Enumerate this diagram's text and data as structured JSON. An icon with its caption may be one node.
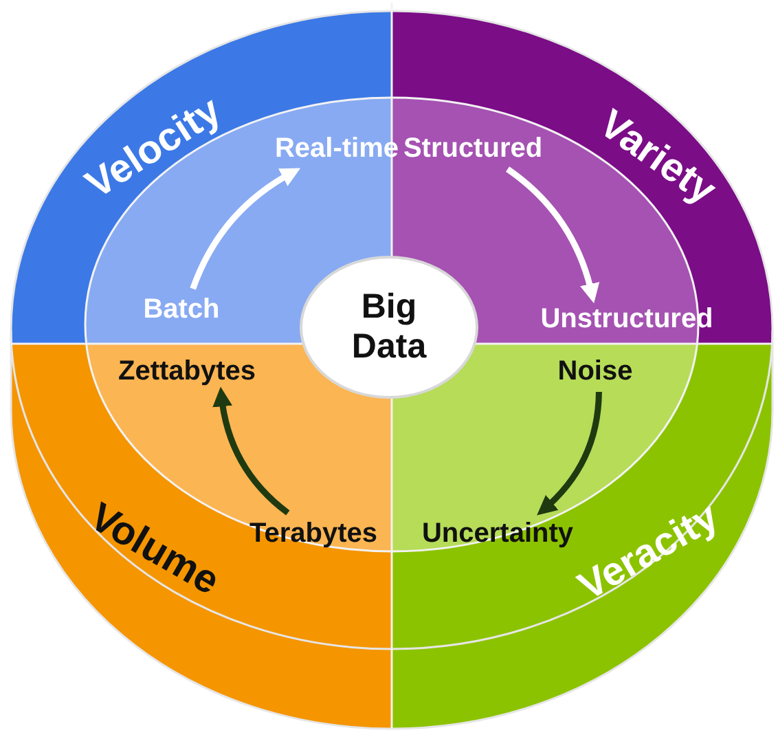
{
  "diagram": {
    "nodes": [
      {
        "text": [
          "Real-time"
        ]
      },
      {
        "text": [
          "Structured"
        ]
      },
      {
        "text": [
          "Batch"
        ]
      },
      {
        "text": [
          "Big Data"
        ]
      },
      {
        "text": [
          "Unstructured"
        ]
      },
      {
        "text": [
          "Zettabytes"
        ]
      },
      {
        "text": [
          "Noise"
        ]
      },
      {
        "text": [
          "Terabytes"
        ]
      },
      {
        "text": [
          "Uncertainty"
        ]
      }
    ],
    "edges": [
      {
        "from": 2,
        "to": 0,
        "arrow": "to",
        "color": "#ffffff"
      },
      {
        "from": 1,
        "to": 4,
        "arrow": "to",
        "color": "#ffffff"
      },
      {
        "from": 7,
        "to": 5,
        "arrow": "to",
        "color": "#1f3a10"
      },
      {
        "from": 6,
        "to": 8,
        "arrow": "to",
        "color": "#1f3a10"
      }
    ],
    "labels": [
      "Velocity",
      "Variety",
      "Volume",
      "Veracity"
    ]
  }
}
